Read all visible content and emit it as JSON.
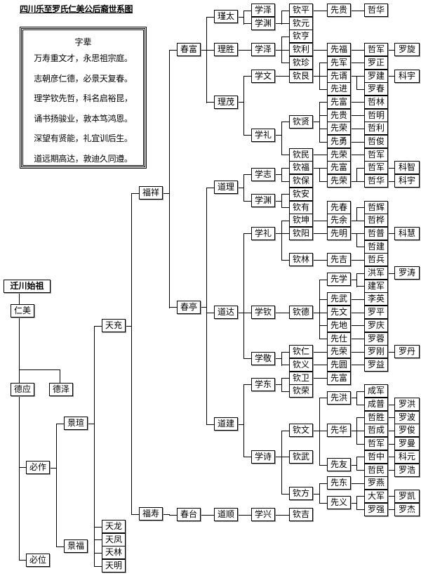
{
  "title": "四川乐至罗氏仁美公后裔世系图",
  "legend": {
    "heading": "字辈",
    "lines": [
      "万寿重文才，永思祖宗庭。",
      "志朝彦仁德，必景天复春。",
      "理学钦先哲，科名启裕昆，",
      "诵书扬骏业，敦本笃鸿恩。",
      "深望有贤能，礼宜训后生。",
      "道远期高达，敦迪久同遵。"
    ]
  },
  "nodes": [
    "迁川始祖",
    "仁美",
    "德应",
    "德泽",
    "必作",
    "必位",
    "景瑄",
    "景福",
    "天充",
    "天龙",
    "天凤",
    "天林",
    "天明",
    "福祥",
    "福寿",
    "春富",
    "春亭",
    "春台",
    "瑾太",
    "理胜",
    "理茂",
    "学泽",
    "学渊",
    "钦平",
    "钦元",
    "先贵",
    "哲华",
    "学泽",
    "钦亨",
    "钦利",
    "钦珍",
    "先福",
    "哲军",
    "罗旋",
    "学文",
    "学礼",
    "钦艮",
    "先军",
    "先谞",
    "先进",
    "罗正",
    "罗建",
    "罗春",
    "科宇",
    "钦贤",
    "钦民",
    "先富",
    "先贵",
    "先荣",
    "先勇",
    "哲林",
    "哲明",
    "哲利",
    "哲俊",
    "先荣",
    "哲军",
    "道理",
    "道达",
    "道建",
    "道顺",
    "学志",
    "学渊",
    "钦福",
    "钦保",
    "钦安",
    "钦有",
    "先富",
    "先荣",
    "哲军",
    "哲华",
    "科智",
    "科宇",
    "先春",
    "学礼",
    "钦坤",
    "钦阳",
    "钦林",
    "先余",
    "哲辉",
    "哲桦",
    "先明",
    "哲普",
    "哲建",
    "科慧",
    "先吉",
    "哲兵",
    "学钦",
    "学敬",
    "钦德",
    "先学",
    "先武",
    "先文",
    "先地",
    "先仕",
    "洪军",
    "建军",
    "罗涛",
    "李英",
    "罗平",
    "罗庆",
    "罗蓉",
    "钦仁",
    "钦义",
    "先荣",
    "先圆",
    "罗刚",
    "罗益",
    "罗丹",
    "学东",
    "学诗",
    "钦卫",
    "钦荣",
    "先富",
    "钦文",
    "钦武",
    "钦方",
    "先洪",
    "先华",
    "先友",
    "成军",
    "成普",
    "罗洪",
    "哲胜",
    "哲成",
    "哲军",
    "罗波",
    "罗俊",
    "罗曼",
    "哲中",
    "哲民",
    "科元",
    "罗浩",
    "先东",
    "先义",
    "罗燕",
    "大军",
    "罗强",
    "罗凯",
    "罗杰",
    "学兴",
    "钦吉"
  ]
}
